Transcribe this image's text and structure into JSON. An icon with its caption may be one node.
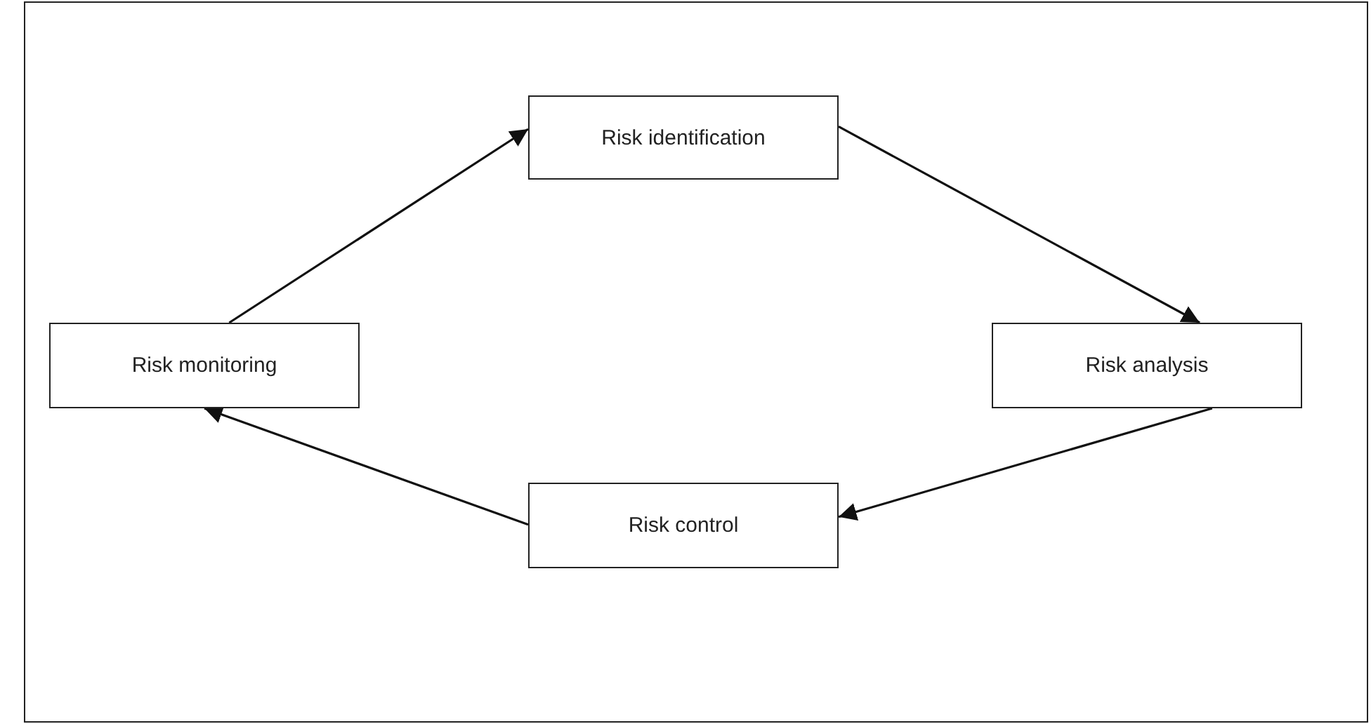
{
  "diagram": {
    "nodes": [
      {
        "text": [
          "Risk identification"
        ]
      },
      {
        "text": [
          "Risk analysis"
        ]
      },
      {
        "text": [
          "Risk control"
        ]
      },
      {
        "text": [
          "Risk monitoring"
        ]
      }
    ],
    "edges": [
      {
        "from": 3,
        "to": 0,
        "arrow": "to"
      },
      {
        "from": 0,
        "to": 1,
        "arrow": "to"
      },
      {
        "from": 1,
        "to": 2,
        "arrow": "to"
      },
      {
        "from": 2,
        "to": 3,
        "arrow": "to"
      }
    ]
  }
}
